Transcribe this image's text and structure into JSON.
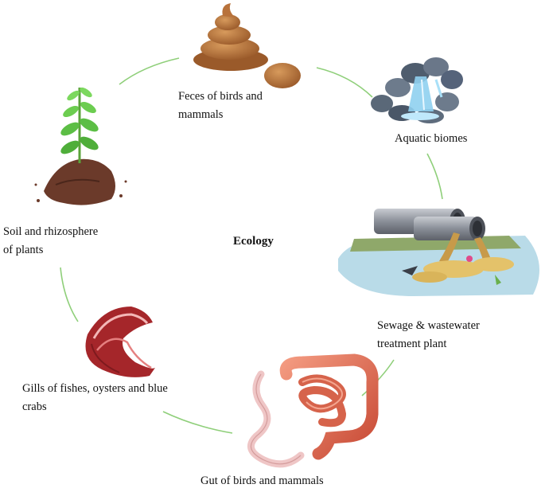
{
  "diagram": {
    "center_label": "Ecology",
    "nodes": [
      {
        "id": "feces",
        "lines": [
          "Feces of birds and",
          "mammals"
        ],
        "icon": "feces-icon"
      },
      {
        "id": "aquatic",
        "lines": [
          "Aquatic biomes"
        ],
        "icon": "waterfall-icon"
      },
      {
        "id": "sewage",
        "lines": [
          "Sewage & wastewater",
          "treatment plant"
        ],
        "icon": "sewage-pipes-icon"
      },
      {
        "id": "gut",
        "lines": [
          "Gut of birds and mammals"
        ],
        "icon": "intestines-icon"
      },
      {
        "id": "gills",
        "lines": [
          "Gills of fishes, oysters and blue",
          "crabs"
        ],
        "icon": "gills-icon"
      },
      {
        "id": "soil",
        "lines": [
          "Soil and rhizosphere",
          "of plants"
        ],
        "icon": "plant-soil-icon"
      }
    ],
    "colors": {
      "connector": "#8fcf7a",
      "text": "#111111"
    }
  }
}
